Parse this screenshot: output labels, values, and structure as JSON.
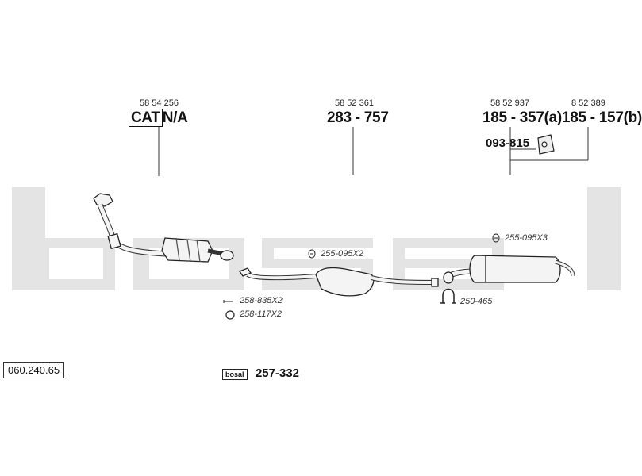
{
  "catalog_number": "060.240.65",
  "watermark": "bosal",
  "column_cat": {
    "ref": "58 54 256",
    "badge": "CAT",
    "value": "N/A"
  },
  "column_middle": {
    "ref": "58 52 361",
    "part": "283 - 757"
  },
  "column_rear": {
    "ref": "58 52 937",
    "part": "185 - 357(a)",
    "hanger": "093-815"
  },
  "column_rear_b": {
    "ref": "8 52 389",
    "part": "185 - 157(b)"
  },
  "labels": {
    "clamp_middle": "255-095X2",
    "clamp_rear": "255-095X3",
    "bolt": "258-835X2",
    "ring": "258-117X2",
    "u_clamp": "250-465"
  },
  "mounting_kit": {
    "brand": "bosal",
    "part": "257-332"
  }
}
